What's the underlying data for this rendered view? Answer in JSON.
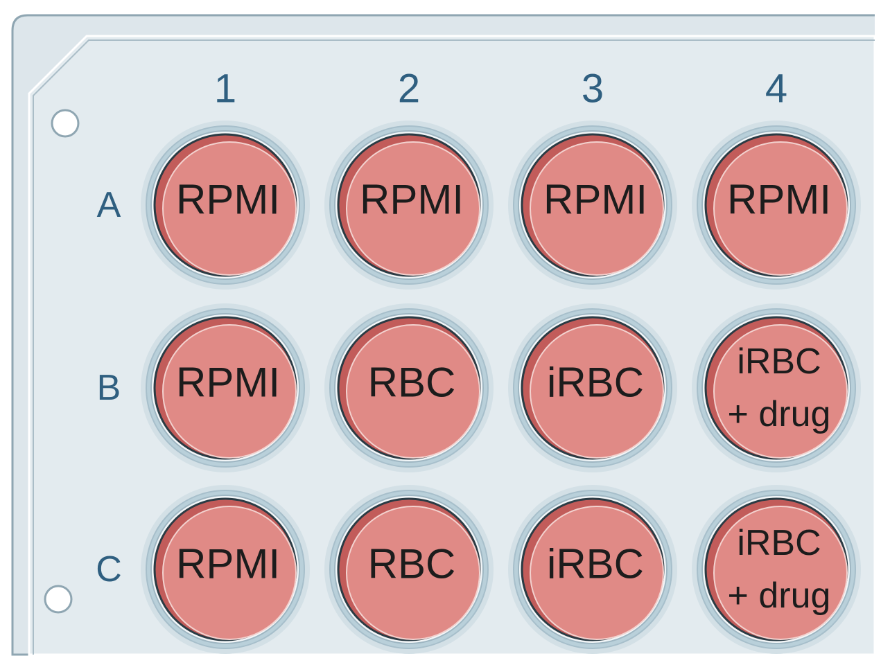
{
  "plate": {
    "columns": [
      "1",
      "2",
      "3",
      "4"
    ],
    "rows": [
      "A",
      "B",
      "C"
    ],
    "wells": [
      [
        [
          "RPMI"
        ],
        [
          "RPMI"
        ],
        [
          "RPMI"
        ],
        [
          "RPMI"
        ]
      ],
      [
        [
          "RPMI"
        ],
        [
          "RBC"
        ],
        [
          "iRBC"
        ],
        [
          "iRBC",
          "+ drug"
        ]
      ],
      [
        [
          "RPMI"
        ],
        [
          "RBC"
        ],
        [
          "iRBC"
        ],
        [
          "iRBC",
          "+ drug"
        ]
      ]
    ]
  },
  "colors": {
    "plate_fill": "#e3ebef",
    "plate_border": "#9fb4c0",
    "label_color": "#2f5f80",
    "well_fill": "#e08a86",
    "well_dark": "#c25c5a",
    "well_ring": "#b9d0da",
    "well_outline": "#2a3b44"
  }
}
